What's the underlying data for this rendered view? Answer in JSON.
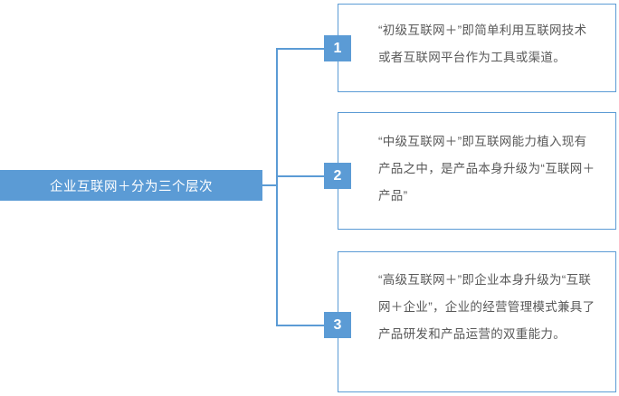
{
  "diagram": {
    "type": "horizontal-tree",
    "accent_color": "#5B9BD5",
    "text_color": "#595959",
    "background_color": "#FFFFFF",
    "root": {
      "label": "企业互联网＋分为三个层次"
    },
    "branches": [
      {
        "number": "1",
        "text": "“初级互联网＋”即简单利用互联网技术或者互联网平台作为工具或渠道。"
      },
      {
        "number": "2",
        "text": "“中级互联网＋”即互联网能力植入现有产品之中，是产品本身升级为“互联网＋产品”"
      },
      {
        "number": "3",
        "text": "“高级互联网＋”即企业本身升级为“互联网＋企业”，企业的经营管理模式兼具了产品研发和产品运营的双重能力。"
      }
    ]
  }
}
